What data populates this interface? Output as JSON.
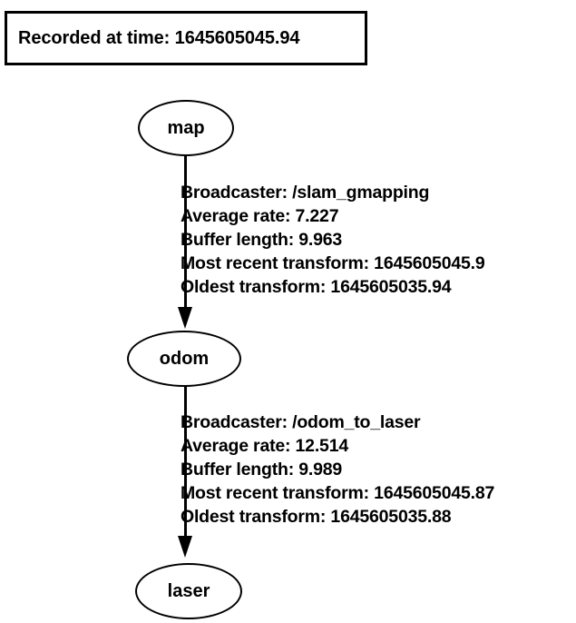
{
  "header": {
    "recorded_label": "Recorded at time: 1645605045.94"
  },
  "graph": {
    "nodes": [
      {
        "id": "map",
        "label": "map"
      },
      {
        "id": "odom",
        "label": "odom"
      },
      {
        "id": "laser",
        "label": "laser"
      }
    ],
    "edges": [
      {
        "from": "map",
        "to": "odom",
        "lines": [
          "Broadcaster: /slam_gmapping",
          "Average rate: 7.227",
          "Buffer length: 9.963",
          "Most recent transform: 1645605045.9",
          "Oldest transform: 1645605035.94"
        ],
        "broadcaster": "/slam_gmapping",
        "average_rate": "7.227",
        "buffer_length": "9.963",
        "most_recent_transform": "1645605045.9",
        "oldest_transform": "1645605035.94"
      },
      {
        "from": "odom",
        "to": "laser",
        "lines": [
          "Broadcaster: /odom_to_laser",
          "Average rate: 12.514",
          "Buffer length: 9.989",
          "Most recent transform: 1645605045.87",
          "Oldest transform: 1645605035.88"
        ],
        "broadcaster": "/odom_to_laser",
        "average_rate": "12.514",
        "buffer_length": "9.989",
        "most_recent_transform": "1645605045.87",
        "oldest_transform": "1645605035.88"
      }
    ]
  },
  "colors": {
    "background": "#ffffff",
    "stroke": "#000000",
    "text": "#000000"
  }
}
